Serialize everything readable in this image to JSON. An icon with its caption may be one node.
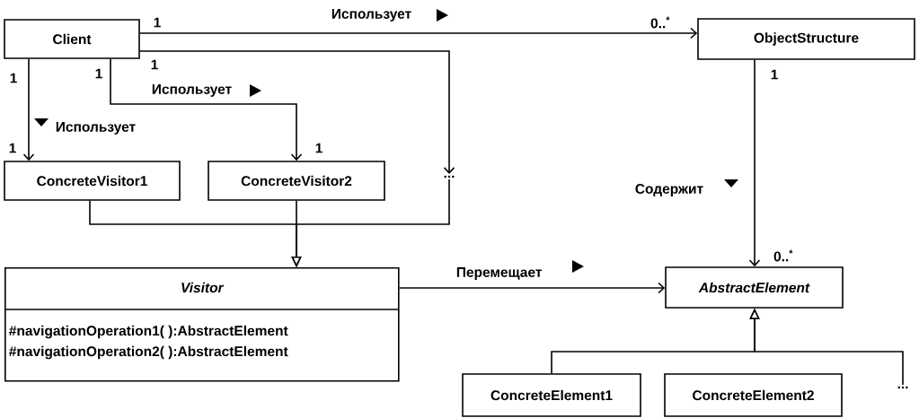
{
  "diagram": {
    "nodes": [
      {
        "text": [
          "Client"
        ]
      },
      {
        "text": [
          "ObjectStructure"
        ]
      },
      {
        "text": [
          "ConcreteVisitor1"
        ]
      },
      {
        "text": [
          "ConcreteVisitor2"
        ]
      },
      {
        "text": [
          "..."
        ]
      },
      {
        "text": [
          "Visitor",
          "#navigationOperation1( ):AbstractElement",
          "#navigationOperation2( ):AbstractElement"
        ]
      },
      {
        "text": [
          "AbstractElement"
        ]
      },
      {
        "text": [
          "ConcreteElement1"
        ]
      },
      {
        "text": [
          "ConcreteElement2"
        ]
      },
      {
        "text": [
          "..."
        ]
      }
    ],
    "edges": [
      {
        "from": 0,
        "to": 1,
        "arrow": "to",
        "label": "Использует"
      },
      {
        "from": 0,
        "to": 2,
        "arrow": "to",
        "label": "Использует"
      },
      {
        "from": 0,
        "to": 3,
        "arrow": "to",
        "label": "Использует"
      },
      {
        "from": 0,
        "to": 4,
        "arrow": "to"
      },
      {
        "from": 2,
        "to": 5,
        "arrow": "to"
      },
      {
        "from": 3,
        "to": 5,
        "arrow": "to"
      },
      {
        "from": 4,
        "to": 5,
        "arrow": "to"
      },
      {
        "from": 5,
        "to": 6,
        "arrow": "to",
        "label": "Перемещает"
      },
      {
        "from": 1,
        "to": 6,
        "arrow": "to",
        "label": "Содержит"
      },
      {
        "from": 7,
        "to": 6,
        "arrow": "to"
      },
      {
        "from": 9,
        "to": 6,
        "arrow": "to"
      }
    ],
    "labels": [
      "1",
      "0..$^{*}$",
      "1",
      "1",
      "1",
      "1",
      "1",
      "1",
      "0..$^{*}$"
    ]
  }
}
